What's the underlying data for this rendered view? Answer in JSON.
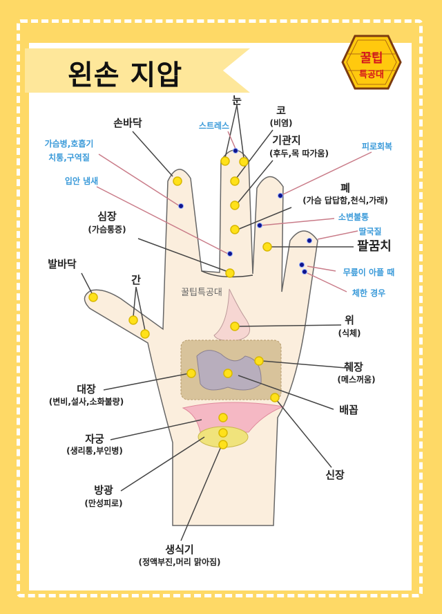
{
  "title": "왼손 지압",
  "logo": {
    "line1": "꿀팁",
    "line2": "특공대"
  },
  "watermark": "꿀팁특공대",
  "colors": {
    "background": "#fed966",
    "banner": "#fee79a",
    "point": "#ffe11a",
    "blue_point": "#10148c",
    "blue_text": "#3a9ad9"
  },
  "labels": {
    "palm": "손바닥",
    "chest_resp_1": "가슴병,호흡기",
    "chest_resp_2": "치통,구역질",
    "mouth_odor": "입안 냄새",
    "heart": "심장",
    "heart_sub": "(가슴통증)",
    "sole": "발바닥",
    "liver": "간",
    "eye": "눈",
    "stress": "스트레스",
    "nose": "코",
    "nose_sub": "(비염)",
    "bronchi": "기관지",
    "bronchi_sub": "(후두,목 따가움)",
    "fatigue": "피로회복",
    "lung": "폐",
    "lung_sub": "(가슴 답답함,천식,가래)",
    "urine": "소변불통",
    "hiccup": "딸국질",
    "elbow": "팔꿈치",
    "knee": "무릎이 아플 때",
    "indigestion": "체한 경우",
    "stomach": "위",
    "stomach_sub": "(식체)",
    "pancreas": "췌장",
    "pancreas_sub": "(메스꺼움)",
    "navel": "배꼽",
    "kidney": "신장",
    "colon": "대장",
    "colon_sub": "(변비,설사,소화불량)",
    "uterus": "자궁",
    "uterus_sub": "(생리통,부인병)",
    "bladder": "방광",
    "bladder_sub": "(만성피로)",
    "genital": "생식기",
    "genital_sub": "(정액부진,머리 맑아짐)"
  }
}
